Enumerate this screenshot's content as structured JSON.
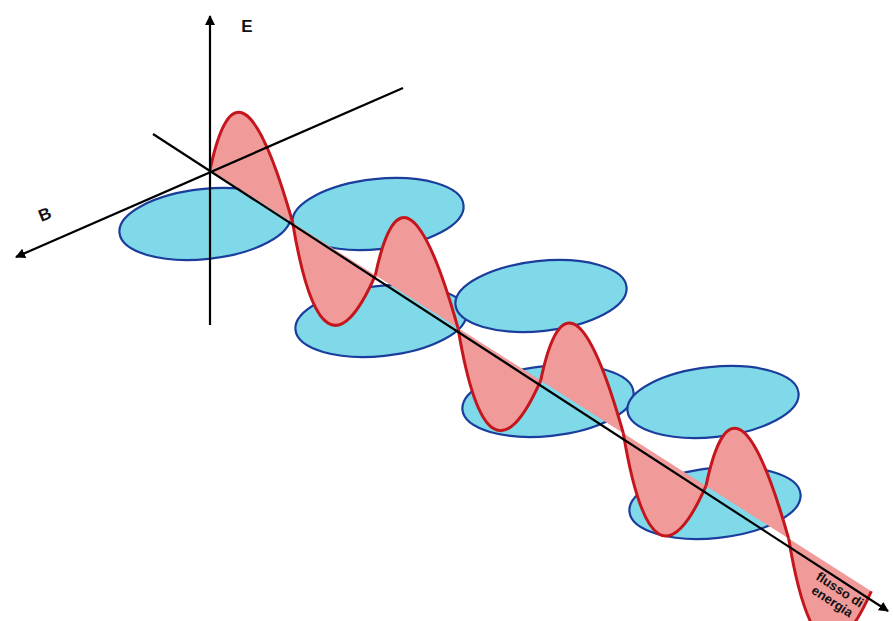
{
  "diagram": {
    "labels": [
      "E",
      "B",
      "flusso di energia"
    ]
  }
}
